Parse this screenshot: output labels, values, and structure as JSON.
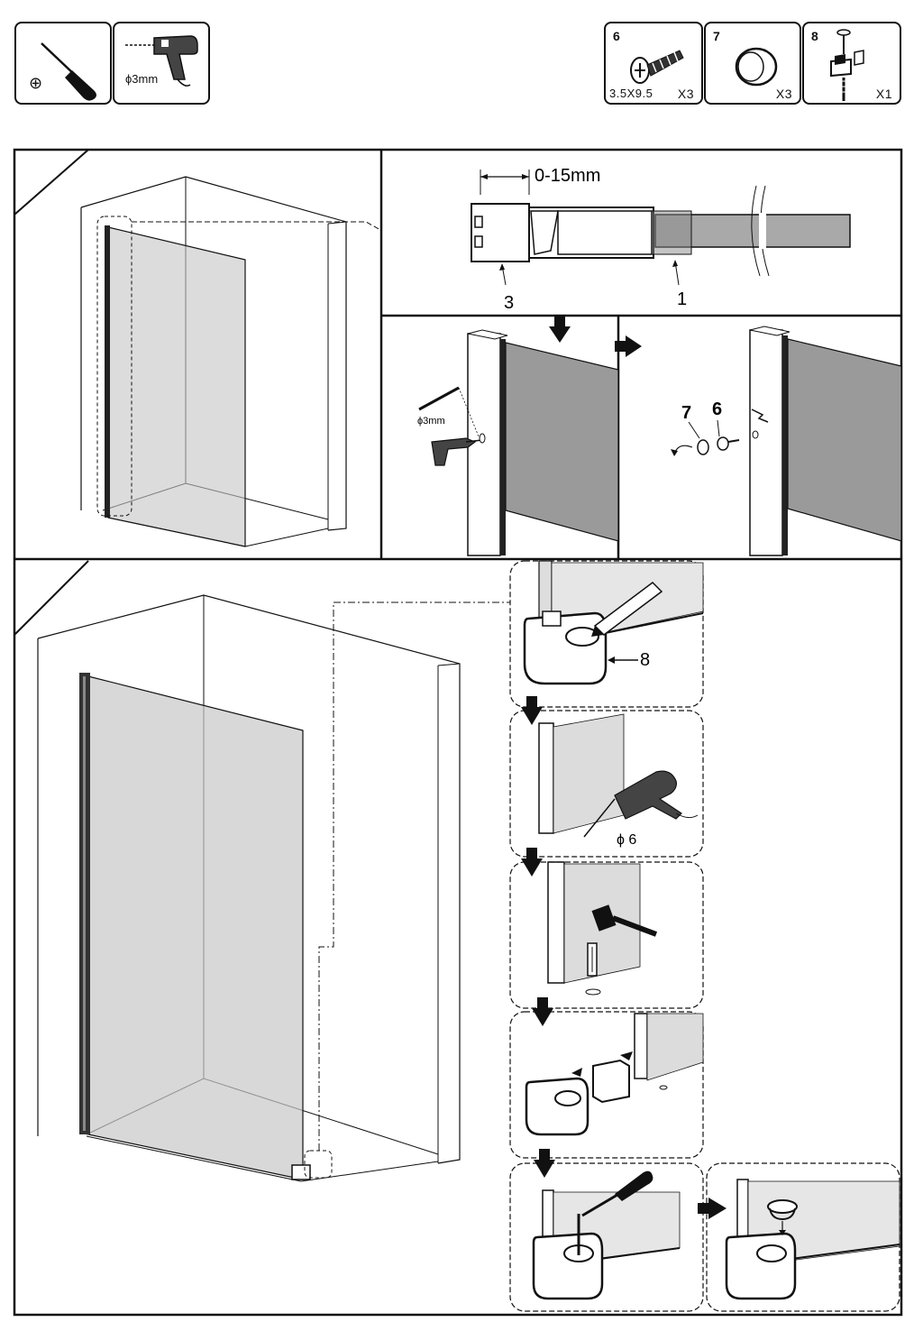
{
  "tools": {
    "screwdriver_symbol": "⊕",
    "drill_size": "ϕ3mm"
  },
  "parts": [
    {
      "number": "6",
      "spec": "3.5X9.5",
      "qty": "X3",
      "icon": "screw-icon"
    },
    {
      "number": "7",
      "qty": "X3",
      "icon": "cap-icon"
    },
    {
      "number": "8",
      "qty": "X1",
      "icon": "bracket-assembly-icon"
    }
  ],
  "step1": {
    "gap": "0-15mm",
    "label_a": "3",
    "label_b": "1"
  },
  "step2": {
    "drill_size": "ϕ3mm"
  },
  "step3": {
    "label_cap": "7",
    "label_screw": "6"
  },
  "step_bottom": {
    "bracket_label": "8",
    "drill_size": "ϕ 6"
  },
  "colors": {
    "line": "#111111",
    "glass": "#bdbdbd",
    "glass_dark": "#8a8a8a",
    "background": "#ffffff"
  }
}
